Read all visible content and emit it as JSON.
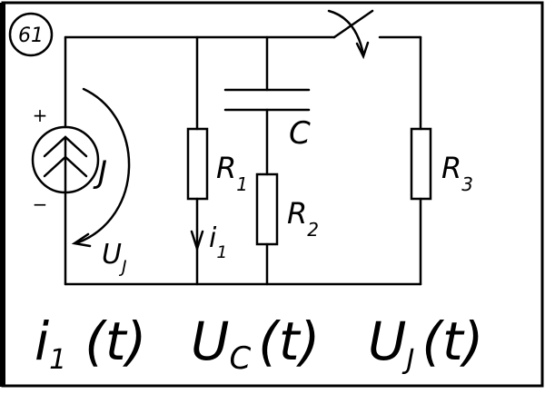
{
  "problem": {
    "number": "61"
  },
  "labels": {
    "source_plus": "+",
    "source_minus": "−",
    "source": "J",
    "resistor1": "R",
    "resistor1_sub": "1",
    "resistor2": "R",
    "resistor2_sub": "2",
    "resistor3": "R",
    "resistor3_sub": "3",
    "capacitor": "C",
    "current": "i",
    "current_sub": "1",
    "voltage": "U",
    "voltage_sub": "J"
  },
  "tasks": [
    {
      "symbol": "i",
      "sub": "1",
      "arg": "(t)"
    },
    {
      "symbol": "U",
      "sub": "C",
      "arg": "(t)"
    },
    {
      "symbol": "U",
      "sub": "J",
      "arg": "(t)"
    }
  ]
}
